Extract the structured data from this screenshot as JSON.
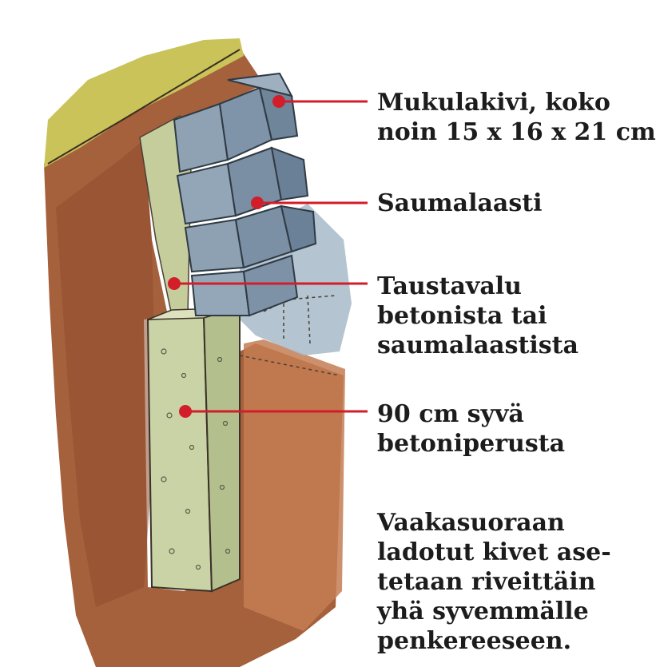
{
  "labels": {
    "mukulakivi": [
      "Mukulakivi, koko",
      "noin 15 x 16 x 21 cm"
    ],
    "saumalaasti": [
      "Saumalaasti"
    ],
    "taustavalu": [
      "Taustavalu",
      "betonista tai",
      "saumalaastista"
    ],
    "perusta": [
      "90 cm syvä",
      "betoniperusta"
    ]
  },
  "caption": [
    "Vaakasuoraan",
    "ladotut kivet ase-",
    "tetaan riveittäin",
    "yhä syvemmälle",
    "penkereeseen."
  ],
  "colors": {
    "pointer_red": "#d21d2a",
    "grass": "#c9c35a",
    "soil": "#a5603c",
    "concrete": "#c9d3a6",
    "stone": "#8fa2b4",
    "text": "#1c1c1c"
  }
}
